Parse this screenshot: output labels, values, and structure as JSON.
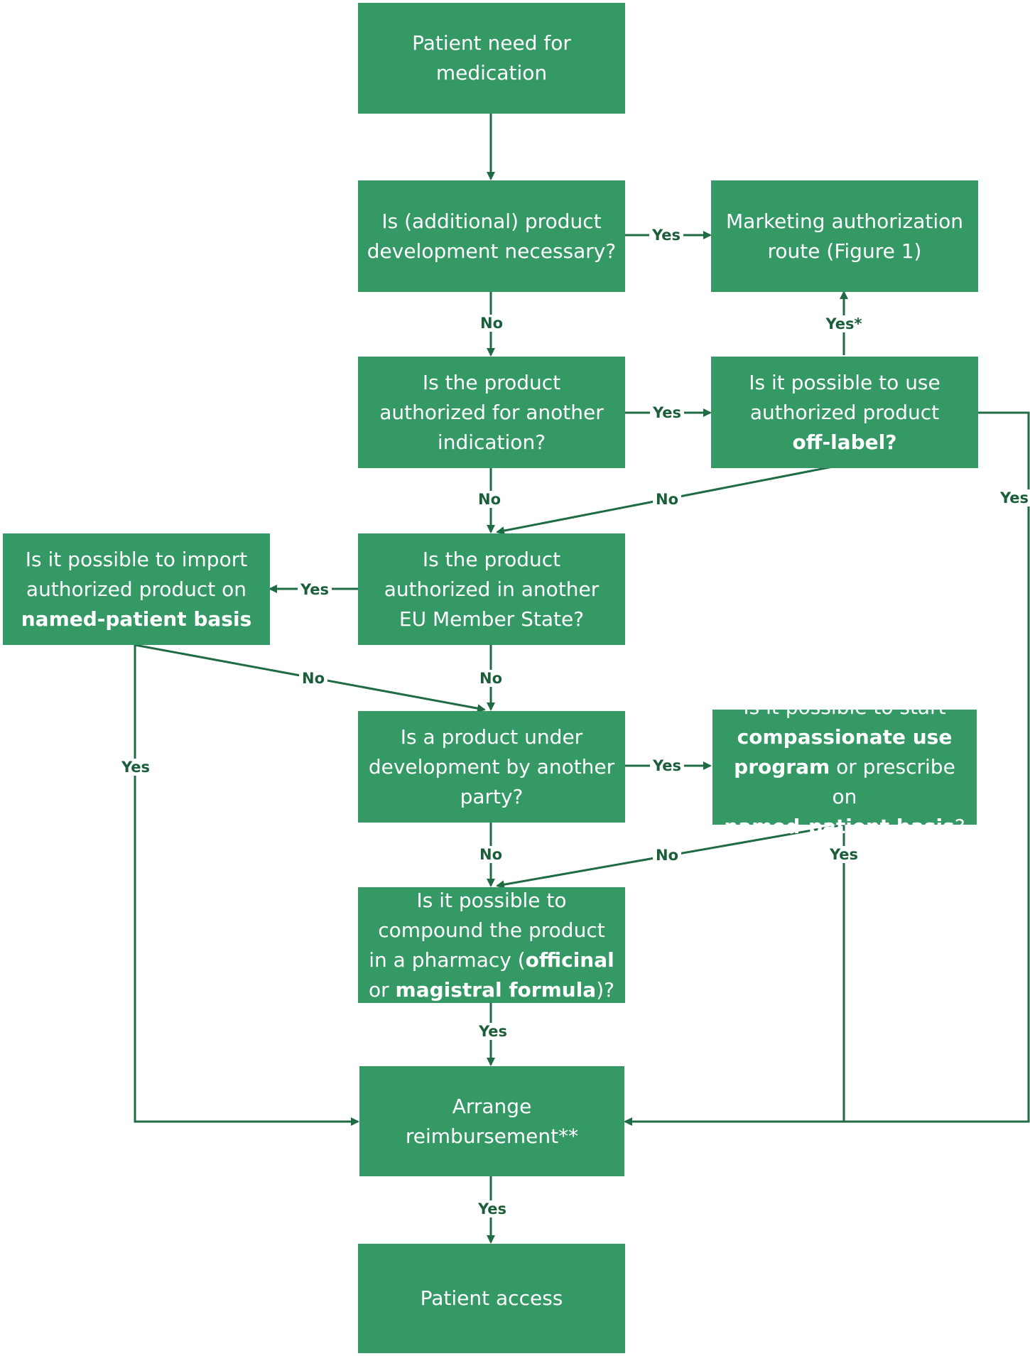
{
  "nodes": {
    "need": [
      "Patient need for",
      "medication"
    ],
    "dev": [
      "Is (additional) product",
      "development necessary?"
    ],
    "marketing": [
      "Marketing authorization",
      "route (Figure 1)"
    ],
    "auth_other": [
      "Is the product",
      "authorized for another",
      "indication?"
    ],
    "offlabel": {
      "line1": "Is it possible to use",
      "line2": "authorized product",
      "bold": "off-label?"
    },
    "eu": [
      "Is the product",
      "authorized in another",
      "EU Member State?"
    ],
    "import": {
      "line1": "Is it possible to import",
      "line2": "authorized product on",
      "bold": "named-patient basis"
    },
    "under_dev": [
      "Is a product under",
      "development by another",
      "party?"
    ],
    "cup": {
      "line1": "Is it possible to start",
      "bold1": "compassionate use",
      "bold2": "program",
      "text2": " or prescribe on",
      "bold3": "named-patient basis",
      "text3": "?"
    },
    "compound": {
      "line1": "Is it possible to",
      "line2": "compound the product",
      "text3": "in a pharmacy (",
      "bold3": "officinal",
      "text4": "or ",
      "bold4": "magistral formula",
      "text4b": ")?"
    },
    "reimb": [
      "Arrange",
      "reimbursement**"
    ],
    "access": "Patient access"
  },
  "labels": {
    "dev_yes": "Yes",
    "dev_no": "No",
    "offlabel_yes_star": "Yes*",
    "auth_yes": "Yes",
    "auth_no": "No",
    "offlabel_no": "No",
    "offlabel_yes": "Yes",
    "eu_yes": "Yes",
    "eu_no": "No",
    "import_no": "No",
    "import_yes": "Yes",
    "under_yes": "Yes",
    "under_no": "No",
    "cup_no": "No",
    "cup_yes": "Yes",
    "compound_yes": "Yes",
    "reimb_yes": "Yes"
  },
  "colors": {
    "box": "#359965",
    "line": "#1f6b43",
    "label": "#1a5e3a"
  }
}
